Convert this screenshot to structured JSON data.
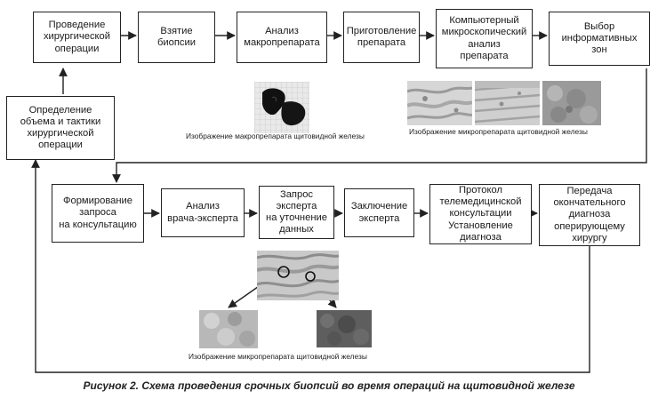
{
  "steps_row1": [
    "Проведение\nхирургической\nоперации",
    "Взятие\nбиопсии",
    "Анализ\nмакропрепарата",
    "Приготовление\nпрепарата",
    "Компьютерный\nмикроскопический\nанализ\nпрепарата",
    "Выбор\nинформативных\nзон"
  ],
  "step_left": "Определение\nобъема и тактики\nхирургической\nоперации",
  "steps_row2": [
    "Формирование\nзапроса\nна консультацию",
    "Анализ\nврача-эксперта",
    "Запрос\nэксперта\nна уточнение\nданных",
    "Заключение\nэксперта",
    "Протокол\nтелемедицинской\nконсультации\nУстановление\nдиагноза",
    "Передача\nокончательного\nдиагноза\nоперирующему\nхирургу"
  ],
  "captions": {
    "macro": "Изображение макропрепарата щитовидной железы",
    "micro_top": "Изображение микропрепарата щитовидной железы",
    "micro_bottom": "Изображение микропрепарата щитовидной железы"
  },
  "figure_caption": "Рисунок 2. Схема проведения срочных биопсий во время операций на щитовидной железе"
}
